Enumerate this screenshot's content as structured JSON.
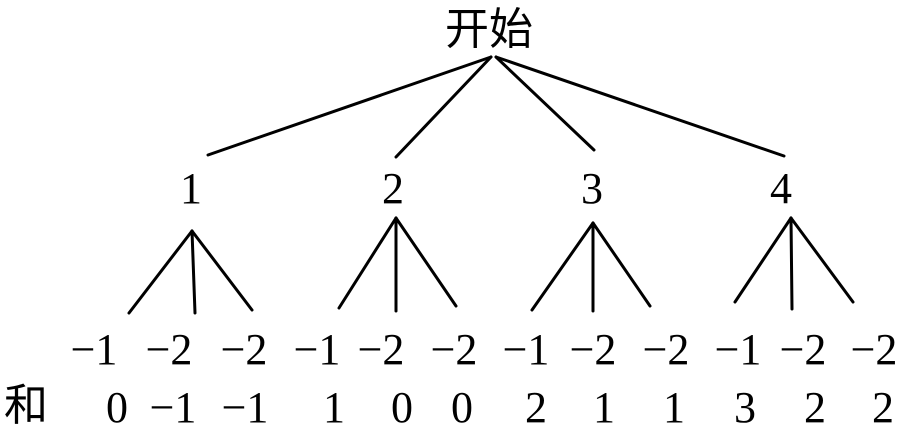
{
  "root": {
    "label": "开始"
  },
  "level1": [
    {
      "label": "1"
    },
    {
      "label": "2"
    },
    {
      "label": "3"
    },
    {
      "label": "4"
    }
  ],
  "level2": [
    {
      "label": "−1"
    },
    {
      "label": "−2"
    },
    {
      "label": "−2"
    },
    {
      "label": "−1"
    },
    {
      "label": "−2"
    },
    {
      "label": "−2"
    },
    {
      "label": "−1"
    },
    {
      "label": "−2"
    },
    {
      "label": "−2"
    },
    {
      "label": "−1"
    },
    {
      "label": "−2"
    },
    {
      "label": "−2"
    }
  ],
  "sum_row": {
    "label": "和",
    "values": [
      "0",
      "−1",
      "−1",
      "1",
      "0",
      "0",
      "2",
      "1",
      "1",
      "3",
      "2",
      "2"
    ]
  }
}
